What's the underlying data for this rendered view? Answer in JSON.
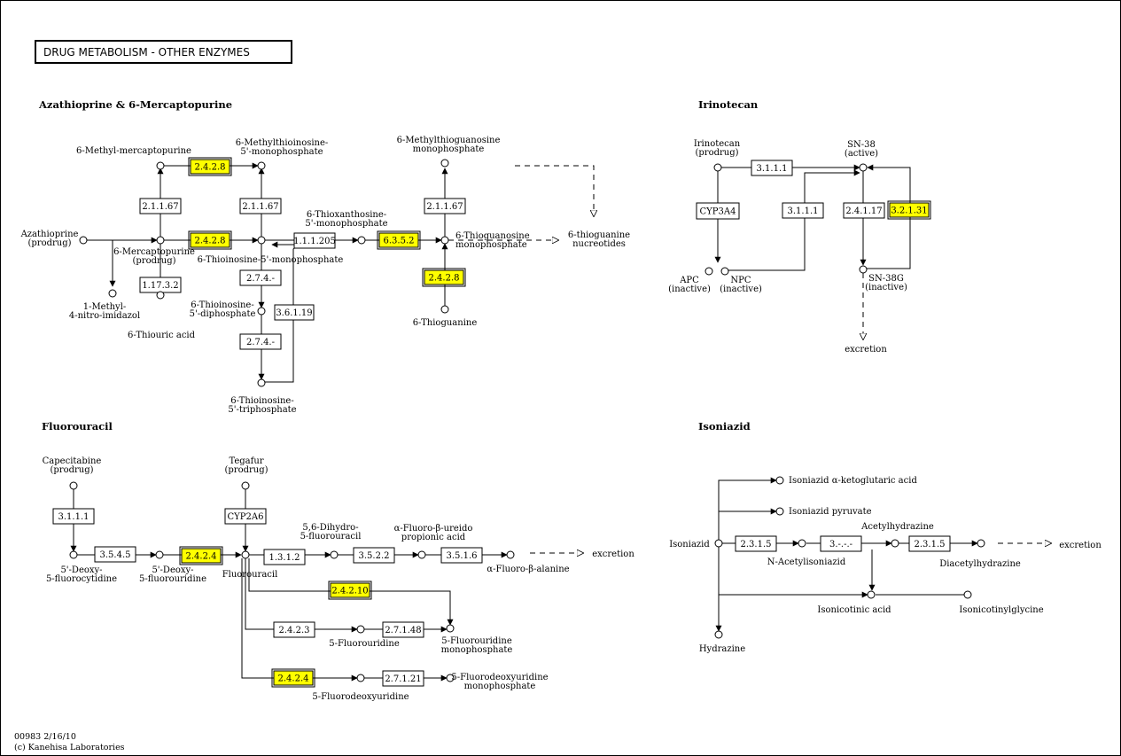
{
  "title": "DRUG  METABOLISM - OTHER ENZYMES",
  "footer": {
    "map_id": "00983 2/16/10",
    "copyright": "(c) Kanehisa Laboratories"
  },
  "colors": {
    "highlight": "#ffff00",
    "line": "#000000",
    "background": "#ffffff"
  },
  "sections": {
    "aza": "Azathioprine & 6-Mercaptopurine",
    "iri": "Irinotecan",
    "fu": "Fluorouracil",
    "iso": "Isoniazid"
  },
  "compounds": {
    "azathioprine": [
      "Azathioprine",
      "(prodrug)"
    ],
    "mp6": [
      "6-Mercaptopurine",
      "(prodrug)"
    ],
    "mmp": [
      "6-Methyl-mercaptopurine"
    ],
    "mtimp": [
      "6-Methylthioinosine-",
      "5'-monophosphate"
    ],
    "timp": [
      "6-Thioinosine-5'-monophosphate"
    ],
    "nitro": [
      "1-Methyl-",
      "4-nitro-imidazol"
    ],
    "tua": [
      "6-Thiouric acid"
    ],
    "tidp": [
      "6-Thioinosine-",
      "5'-diphosphate"
    ],
    "titp": [
      "6-Thioinosine-",
      "5'-triphosphate"
    ],
    "txmp": [
      "6-Thioxanthosine-",
      "5'-monophosphate"
    ],
    "tgmp": [
      "6-Thioguanosine",
      "monophosphate"
    ],
    "mtgmp": [
      "6-Methylthioguanosine",
      "monophosphate"
    ],
    "tg": [
      "6-Thioguanine"
    ],
    "tgn": [
      "6-thioguanine",
      "nucreotides"
    ],
    "irinotecan": [
      "Irinotecan",
      "(prodrug)"
    ],
    "sn38": [
      "SN-38",
      "(active)"
    ],
    "apc": [
      "APC",
      "(inactive)"
    ],
    "npc": [
      "NPC",
      "(inactive)"
    ],
    "sn38g": [
      "SN-38G",
      "(inactive)"
    ],
    "excretion_iri": [
      "excretion"
    ],
    "capecitabine": [
      "Capecitabine",
      "(prodrug)"
    ],
    "tegafur": [
      "Tegafur",
      "(prodrug)"
    ],
    "dfcr": [
      "5'-Deoxy-",
      "5-fluorocytidine"
    ],
    "dfur": [
      "5'-Deoxy-",
      "5-fluorouridine"
    ],
    "fluorouracil": [
      "Fluorouracil"
    ],
    "dhfu": [
      "5,6-Dihydro-",
      "5-fluorouracil"
    ],
    "fupa": [
      "α-Fluoro-β-ureido",
      "propionic acid"
    ],
    "fbal": [
      "α-Fluoro-β-alanine"
    ],
    "excretion_fu": [
      "excretion"
    ],
    "fump": [
      "5-Fluorouridine",
      "monophosphate"
    ],
    "furd": [
      "5-Fluorouridine"
    ],
    "fudr": [
      "5-Fluorodeoxyuridine"
    ],
    "fdump": [
      "5-Fluorodeoxyuridine",
      "monophosphate"
    ],
    "isoniazid": [
      "Isoniazid"
    ],
    "iso_akg": [
      "Isoniazid α-ketoglutaric acid"
    ],
    "iso_pyr": [
      "Isoniazid pyruvate"
    ],
    "acetyliso": [
      "N-Acetylisoniazid"
    ],
    "acetylhyd": [
      "Acetylhydrazine"
    ],
    "diacetylhyd": [
      "Diacetylhydrazine"
    ],
    "excretion_iso": [
      "excretion"
    ],
    "isonic": [
      "Isonicotinic acid"
    ],
    "isonicgly": [
      "Isonicotinylglycine"
    ],
    "hydrazine": [
      "Hydrazine"
    ]
  },
  "enzymes": {
    "e_2428_a": "2.4.2.8",
    "e_2428_b": "2.4.2.8",
    "e_2428_c": "2.4.2.8",
    "e_21167_a": "2.1.1.67",
    "e_21167_b": "2.1.1.67",
    "e_21167_c": "2.1.1.67",
    "e_11132": "1.17.3.2",
    "e_274_a": "2.7.4.-",
    "e_274_b": "2.7.4.-",
    "e_36119": "3.6.1.19",
    "e_111205": "1.1.1.205",
    "e_6352": "6.3.5.2",
    "e_3111_a": "3.1.1.1",
    "e_3111_b": "3.1.1.1",
    "e_cyp3a4": "CYP3A4",
    "e_24117": "2.4.1.17",
    "e_32131": "3.2.1.31",
    "e_3111_c": "3.1.1.1",
    "e_cyp2a6": "CYP2A6",
    "e_3545": "3.5.4.5",
    "e_2424_a": "2.4.2.4",
    "e_1312": "1.3.1.2",
    "e_3522": "3.5.2.2",
    "e_3516": "3.5.1.6",
    "e_24210": "2.4.2.10",
    "e_2423": "2.4.2.3",
    "e_27148": "2.7.1.48",
    "e_2424_b": "2.4.2.4",
    "e_27121": "2.7.1.21",
    "e_2315_a": "2.3.1.5",
    "e_35": "3.-.-.-",
    "e_2315_b": "2.3.1.5"
  },
  "highlighted_enzymes": [
    "e_2428_a",
    "e_2428_b",
    "e_2428_c",
    "e_6352",
    "e_32131",
    "e_2424_a",
    "e_24210",
    "e_2424_b"
  ]
}
